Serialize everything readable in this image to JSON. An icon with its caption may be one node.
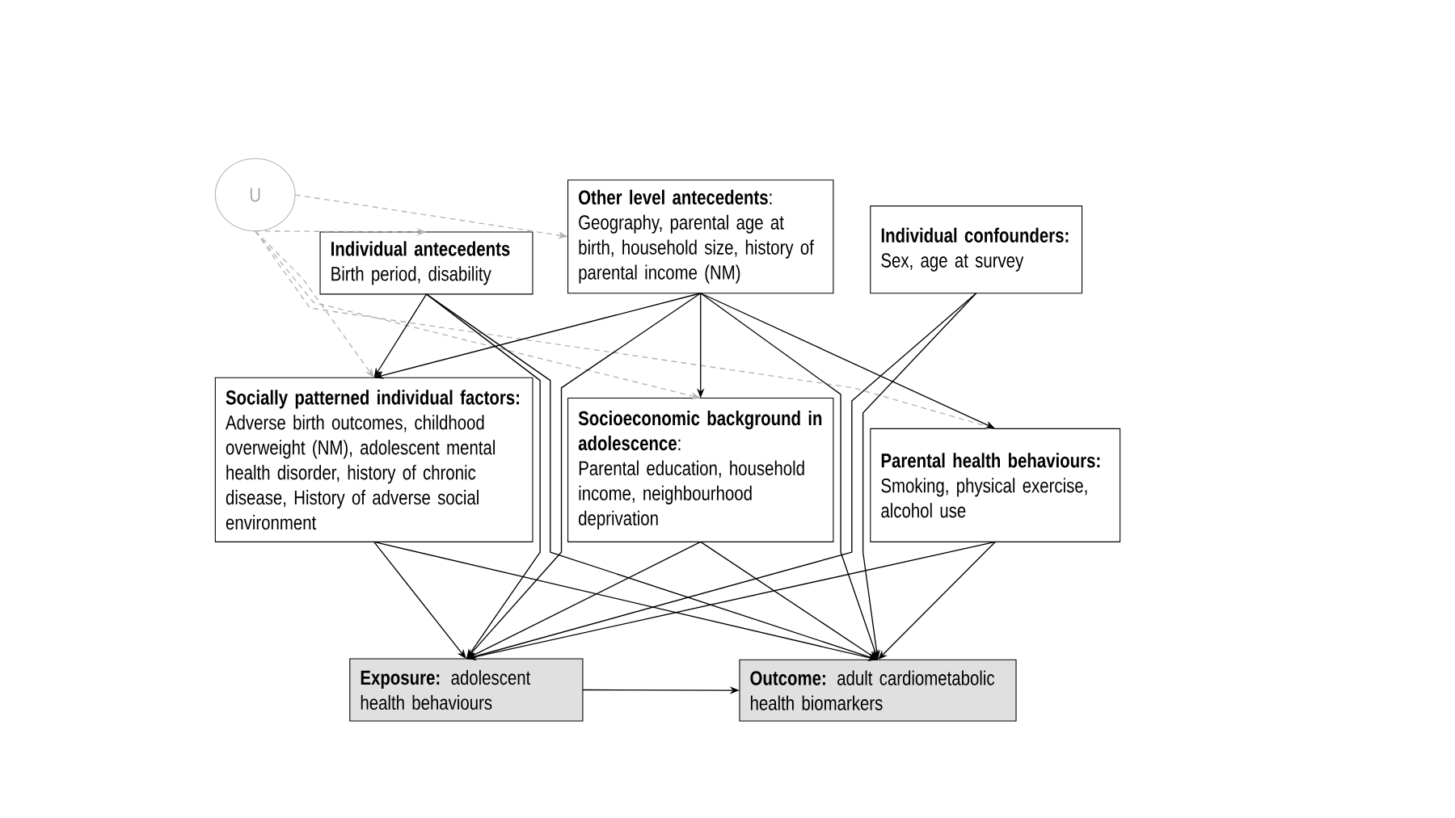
{
  "diagram": {
    "nodes": [
      {
        "text": [
          "U"
        ]
      },
      {
        "text": [
          "Individual antecedents",
          "Birth period, disability"
        ]
      },
      {
        "text": [
          "**Other level antecedents**:",
          "Geography, parental age at birth, household size, history of parental income (NM)"
        ]
      },
      {
        "text": [
          "Individual confounders:",
          "Sex, age at survey"
        ]
      },
      {
        "text": [
          "**Socially patterned individual factors:** Adverse birth outcomes, childhood overweight (NM), adolescent mental health disorder, history of chronic disease, History of adverse social environment"
        ]
      },
      {
        "text": [
          "**Socioeconomic background in adolescence**:",
          "Parental education, household income, neighbourhood deprivation"
        ]
      },
      {
        "text": [
          "**Parental health behaviours:** Smoking, physical exercise, alcohol use"
        ]
      },
      {
        "text": [
          "**Exposure:** adolescent health behaviours"
        ]
      },
      {
        "text": [
          "**Outcome:** adult cardiometabolic health biomarkers"
        ]
      }
    ],
    "edges": [
      {
        "from": 0,
        "to": 1,
        "arrow": "to",
        "style": "dashed",
        "color": "#b3b3b3"
      },
      {
        "from": 0,
        "to": 2,
        "arrow": "to",
        "style": "dashed",
        "color": "#b3b3b3"
      },
      {
        "from": 0,
        "to": 4,
        "arrow": "to",
        "style": "dashed",
        "color": "#b3b3b3"
      },
      {
        "from": 0,
        "to": 5,
        "arrow": "to",
        "style": "dashed",
        "color": "#b3b3b3"
      },
      {
        "from": 0,
        "to": 6,
        "arrow": "to",
        "style": "dashed",
        "color": "#b3b3b3"
      },
      {
        "from": 1,
        "to": 4,
        "arrow": "to"
      },
      {
        "from": 1,
        "to": 7,
        "arrow": "to"
      },
      {
        "from": 1,
        "to": 8,
        "arrow": "to"
      },
      {
        "from": 2,
        "to": 4,
        "arrow": "to"
      },
      {
        "from": 2,
        "to": 5,
        "arrow": "to"
      },
      {
        "from": 2,
        "to": 6,
        "arrow": "to"
      },
      {
        "from": 2,
        "to": 7,
        "arrow": "to"
      },
      {
        "from": 2,
        "to": 8,
        "arrow": "to"
      },
      {
        "from": 3,
        "to": 7,
        "arrow": "to"
      },
      {
        "from": 3,
        "to": 8,
        "arrow": "to"
      },
      {
        "from": 4,
        "to": 7,
        "arrow": "to"
      },
      {
        "from": 4,
        "to": 8,
        "arrow": "to"
      },
      {
        "from": 5,
        "to": 7,
        "arrow": "to"
      },
      {
        "from": 5,
        "to": 8,
        "arrow": "to"
      },
      {
        "from": 6,
        "to": 7,
        "arrow": "to"
      },
      {
        "from": 6,
        "to": 8,
        "arrow": "to"
      },
      {
        "from": 7,
        "to": 8,
        "arrow": "to"
      }
    ]
  }
}
